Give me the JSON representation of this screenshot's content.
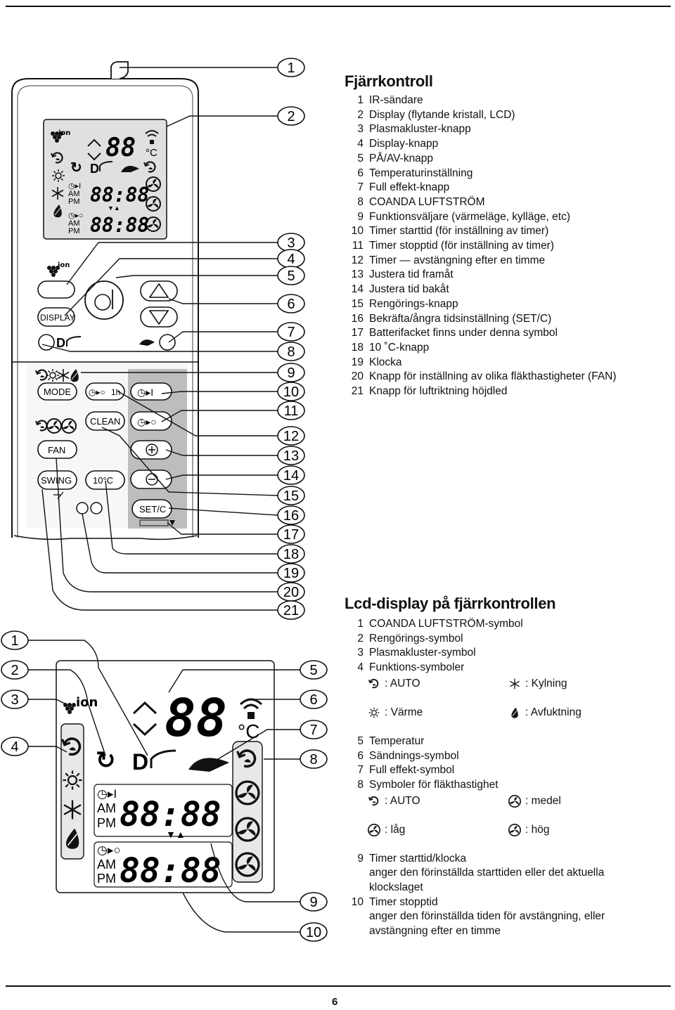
{
  "remote_title": "Fjärrkontroll",
  "remote_items": [
    {
      "num": "1",
      "text": "IR-sändare"
    },
    {
      "num": "2",
      "text": "Display (flytande kristall, LCD)"
    },
    {
      "num": "3",
      "text": "Plasmakluster-knapp"
    },
    {
      "num": "4",
      "text": "Display-knapp"
    },
    {
      "num": "5",
      "text": "PÅ/AV-knapp"
    },
    {
      "num": "6",
      "text": "Temperaturinställning"
    },
    {
      "num": "7",
      "text": "Full effekt-knapp"
    },
    {
      "num": "8",
      "text": "COANDA LUFTSTRÖM"
    },
    {
      "num": "9",
      "text": "Funktionsväljare (värmeläge, kylläge, etc)"
    },
    {
      "num": "10",
      "text": "Timer starttid (för inställning av timer)"
    },
    {
      "num": "11",
      "text": "Timer stopptid (för inställning av timer)"
    },
    {
      "num": "12",
      "text": "Timer — avstängning efter en timme"
    },
    {
      "num": "13",
      "text": "Justera tid framåt"
    },
    {
      "num": "14",
      "text": "Justera tid bakåt"
    },
    {
      "num": "15",
      "text": "Rengörings-knapp"
    },
    {
      "num": "16",
      "text": "Bekräfta/ångra tidsinställning (SET/C)"
    },
    {
      "num": "17",
      "text": "Batterifacket finns under denna symbol"
    },
    {
      "num": "18",
      "text": "10 ˚C-knapp"
    },
    {
      "num": "19",
      "text": "Klocka"
    },
    {
      "num": "20",
      "text": "Knapp för inställning av olika fläkthastigheter (FAN)"
    },
    {
      "num": "21",
      "text": "Knapp för luftriktning höjdled"
    }
  ],
  "lcd_title": "Lcd-display på fjärrkontrollen",
  "lcd_items_a": [
    {
      "num": "1",
      "text": "COANDA LUFTSTRÖM-symbol"
    },
    {
      "num": "2",
      "text": "Rengörings-symbol"
    },
    {
      "num": "3",
      "text": "Plasmakluster-symbol"
    },
    {
      "num": "4",
      "text": "Funktions-symboler"
    }
  ],
  "function_symbols": {
    "auto": ": AUTO",
    "cool": ": Kylning",
    "heat": ": Värme",
    "dry": ": Avfuktning"
  },
  "lcd_items_b": [
    {
      "num": "5",
      "text": "Temperatur"
    },
    {
      "num": "6",
      "text": "Sändnings-symbol"
    },
    {
      "num": "7",
      "text": "Full effekt-symbol"
    },
    {
      "num": "8",
      "text": "Symboler för fläkthastighet"
    }
  ],
  "fan_symbols": {
    "auto": ": AUTO",
    "medium": ": medel",
    "low": ": låg",
    "high": ": hög"
  },
  "lcd_items_c": {
    "item9_num": "9",
    "item9_title": "Timer starttid/klocka",
    "item9_desc_1": "anger den förinställda starttiden eller det aktuella",
    "item9_desc_2": "klockslaget",
    "item10_num": "10",
    "item10_title": "Timer stopptid",
    "item10_desc_1": "anger den förinställda tiden för avstängning, eller",
    "item10_desc_2": "avstängning efter en timme"
  },
  "remote": {
    "ion": "ion",
    "digits_temp": "88",
    "unit": "°C",
    "clock": "88:88",
    "am": "AM",
    "pm": "PM",
    "btn_display": "DISPLAY",
    "btn_mode": "MODE",
    "btn_1h": "1h",
    "btn_clean": "CLEAN",
    "btn_fan": "FAN",
    "btn_swing": "SWING",
    "btn_10c": "10°C",
    "btn_setc": "SET/C"
  },
  "callouts_right": [
    "1",
    "2",
    "3",
    "4",
    "5",
    "6",
    "7",
    "8",
    "9",
    "10",
    "11",
    "12",
    "13",
    "14",
    "15",
    "16",
    "17",
    "18",
    "19",
    "20",
    "21"
  ],
  "lcd_callouts_left": [
    "1",
    "2",
    "3",
    "4"
  ],
  "lcd_callouts_right": [
    "5",
    "6",
    "7",
    "8",
    "9",
    "10"
  ],
  "page_number": "6"
}
